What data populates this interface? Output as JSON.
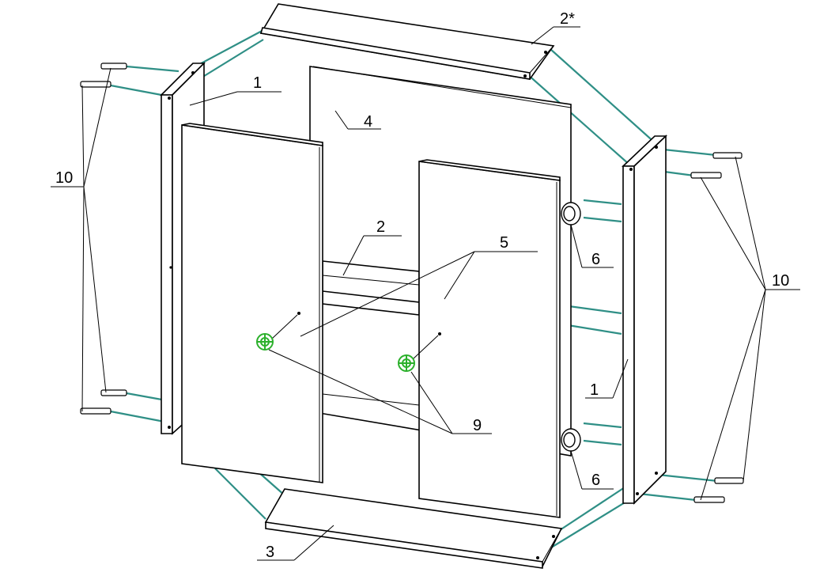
{
  "labels": {
    "side_panel_left": "1",
    "side_panel_right": "1",
    "top_panel": "2*",
    "shelf": "2",
    "bottom_panel": "3",
    "back_panel": "4",
    "doors": "5",
    "hinge_top": "6",
    "hinge_bottom": "6",
    "knobs": "9",
    "fasteners_left": "10",
    "fasteners_right": "10"
  },
  "colors": {
    "connector_line": "#2f8f86",
    "knob": "#2bb02b",
    "outline": "#000000"
  }
}
